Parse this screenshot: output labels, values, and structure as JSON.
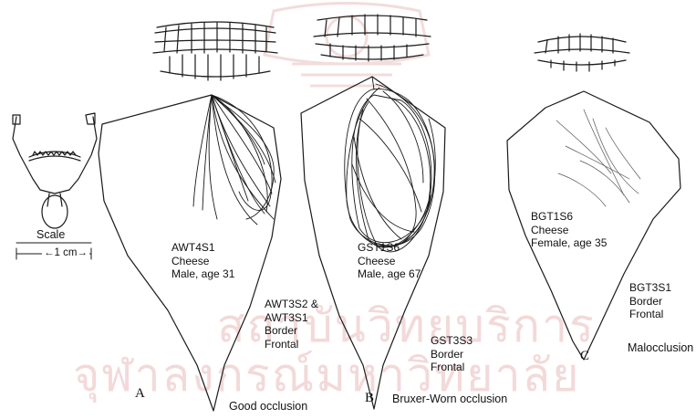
{
  "watermark": {
    "line1": "สถาบันวิทยบริการ",
    "line2": "จุฬาลงกรณ์มหาวิทยาลัย",
    "color": "#f3d9d9"
  },
  "scale": {
    "label": "Scale",
    "measure": "1 cm"
  },
  "panels": [
    {
      "letter": "A",
      "chew": "AWT4S1\nCheese\nMale, age 31",
      "border": "AWT3S2 &\nAWT3S1\nBorder\nFrontal",
      "occlusion": "Good occlusion"
    },
    {
      "letter": "B",
      "chew": "GST1S6\nCheese\nMale, age 67",
      "border": "GST3S3\nBorder\nFrontal",
      "occlusion": "Bruxer-Worn occlusion"
    },
    {
      "letter": "C",
      "chew": "BGT1S6\nCheese\nFemale, age 35",
      "border": "BGT3S1\nBorder\nFrontal",
      "occlusion": "Malocclusion"
    }
  ]
}
